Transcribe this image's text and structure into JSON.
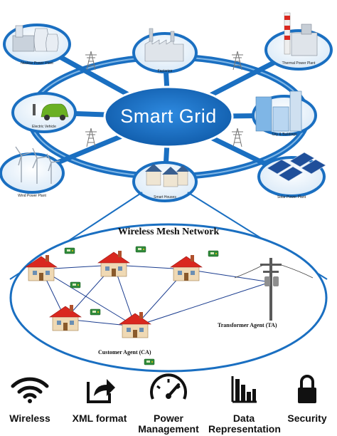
{
  "hub": {
    "title": "Smart Grid"
  },
  "nodes": [
    {
      "id": "nuclear",
      "label": "Nuclear Power Plant",
      "icon": "nuclear-plant-icon"
    },
    {
      "id": "factories",
      "label": "Factories",
      "icon": "factory-icon"
    },
    {
      "id": "thermal",
      "label": "Thermal Power Plant",
      "icon": "thermal-plant-icon"
    },
    {
      "id": "ev",
      "label": "Electric Vehicle",
      "icon": "electric-car-icon"
    },
    {
      "id": "city",
      "label": "City & Buildings",
      "icon": "buildings-icon"
    },
    {
      "id": "wind",
      "label": "Wind Power Plant",
      "icon": "wind-turbine-icon"
    },
    {
      "id": "houses",
      "label": "Smart Houses",
      "icon": "houses-icon"
    },
    {
      "id": "solar",
      "label": "Solar Power Plant",
      "icon": "solar-panel-icon"
    }
  ],
  "mesh": {
    "title": "Wireless Mesh Network",
    "ta_label": "Transformer Agent (TA)",
    "ca_label": "Customer Agent (CA)"
  },
  "legend": [
    {
      "label": "Wireless",
      "icon": "wifi-icon"
    },
    {
      "label": "XML format",
      "icon": "share-arrow-icon"
    },
    {
      "label": "Power Management",
      "icon": "speedometer-icon"
    },
    {
      "label": "Data Representation",
      "icon": "bar-chart-icon"
    },
    {
      "label": "Security",
      "icon": "lock-icon"
    }
  ],
  "colors": {
    "primary_blue": "#1a6fc1",
    "light_blue": "#cfe3f5",
    "roof_red": "#d9281f"
  }
}
